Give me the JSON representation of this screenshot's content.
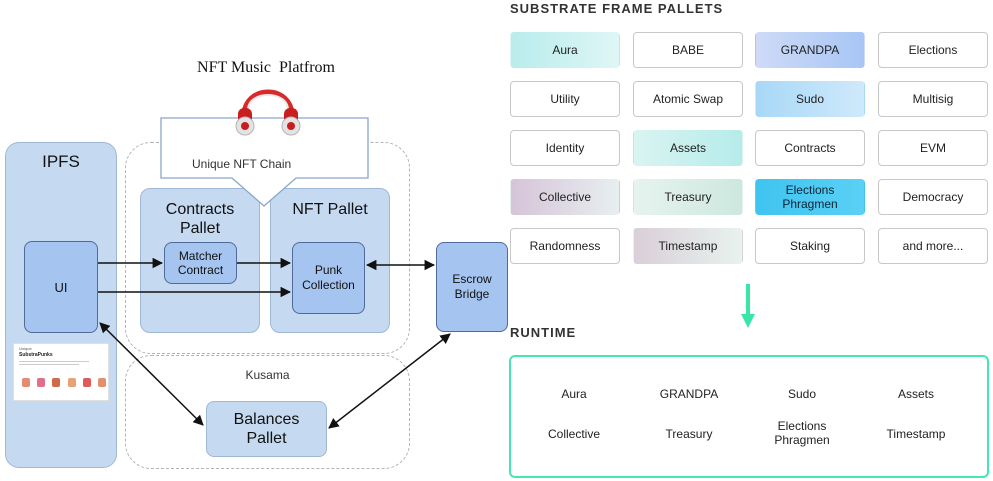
{
  "diagram": {
    "title": "NFT Music  Platfrom",
    "ipfs_label": "IPFS",
    "ui_label": "UI",
    "unique_chain_label": "Unique NFT Chain",
    "contracts_pallet_label": "Contracts Pallet",
    "matcher_contract_label": "Matcher Contract",
    "nft_pallet_label": "NFT Pallet",
    "punk_collection_label": "Punk Collection",
    "escrow_bridge_label": "Escrow Bridge",
    "kusama_label": "Kusama",
    "balances_pallet_label": "Balances Pallet",
    "thumbnail": {
      "brand": "Unique",
      "title": "SubstraPunks"
    }
  },
  "substrate": {
    "heading": "SUBSTRATE FRAME PALLETS",
    "pallets": [
      [
        "Aura",
        "BABE",
        "GRANDPA",
        "Elections"
      ],
      [
        "Utility",
        "Atomic Swap",
        "Sudo",
        "Multisig"
      ],
      [
        "Identity",
        "Assets",
        "Contracts",
        "EVM"
      ],
      [
        "Collective",
        "Treasury",
        "Elections Phragmen",
        "Democracy"
      ],
      [
        "Randomness",
        "Timestamp",
        "Staking",
        "and more..."
      ]
    ],
    "runtime_heading": "RUNTIME",
    "runtime_items": [
      [
        "Aura",
        "GRANDPA",
        "Sudo",
        "Assets"
      ],
      [
        "Collective",
        "Treasury",
        "Elections Phragmen",
        "Timestamp"
      ]
    ],
    "colors": {
      "aura": "#b9ecec",
      "grandpa": "#a7c6f5",
      "sudo": "#a8d8f7",
      "assets": "#b5ecea",
      "collective": "#d6c4d8",
      "treasury": "#cde8de",
      "elections_phragmen": "#3fc4f0",
      "timestamp": "#d9cfd8",
      "runtime_border": "#45e6b0",
      "arrow": "#38e6a8"
    }
  }
}
